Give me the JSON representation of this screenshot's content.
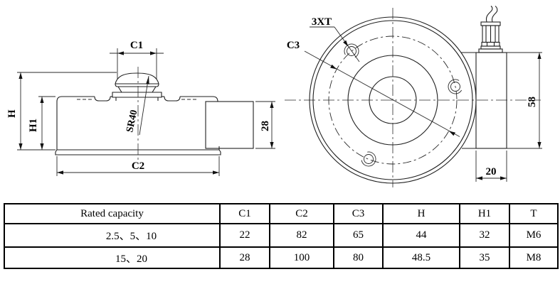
{
  "side_view": {
    "dim_c1": "C1",
    "dim_c2": "C2",
    "dim_h": "H",
    "dim_h1": "H1",
    "sphere_radius": "SR40",
    "dim_cable_block_height": "28"
  },
  "top_view": {
    "dim_c3": "C3",
    "thread_callout": "3XT",
    "dim_body_height": "58",
    "dim_cable_block_width": "20"
  },
  "table": {
    "headers": [
      "Rated capacity",
      "C1",
      "C2",
      "C3",
      "H",
      "H1",
      "T"
    ],
    "rows": [
      [
        "2.5、5、10",
        "22",
        "82",
        "65",
        "44",
        "32",
        "M6"
      ],
      [
        "15、20",
        "28",
        "100",
        "80",
        "48.5",
        "35",
        "M8"
      ]
    ]
  }
}
